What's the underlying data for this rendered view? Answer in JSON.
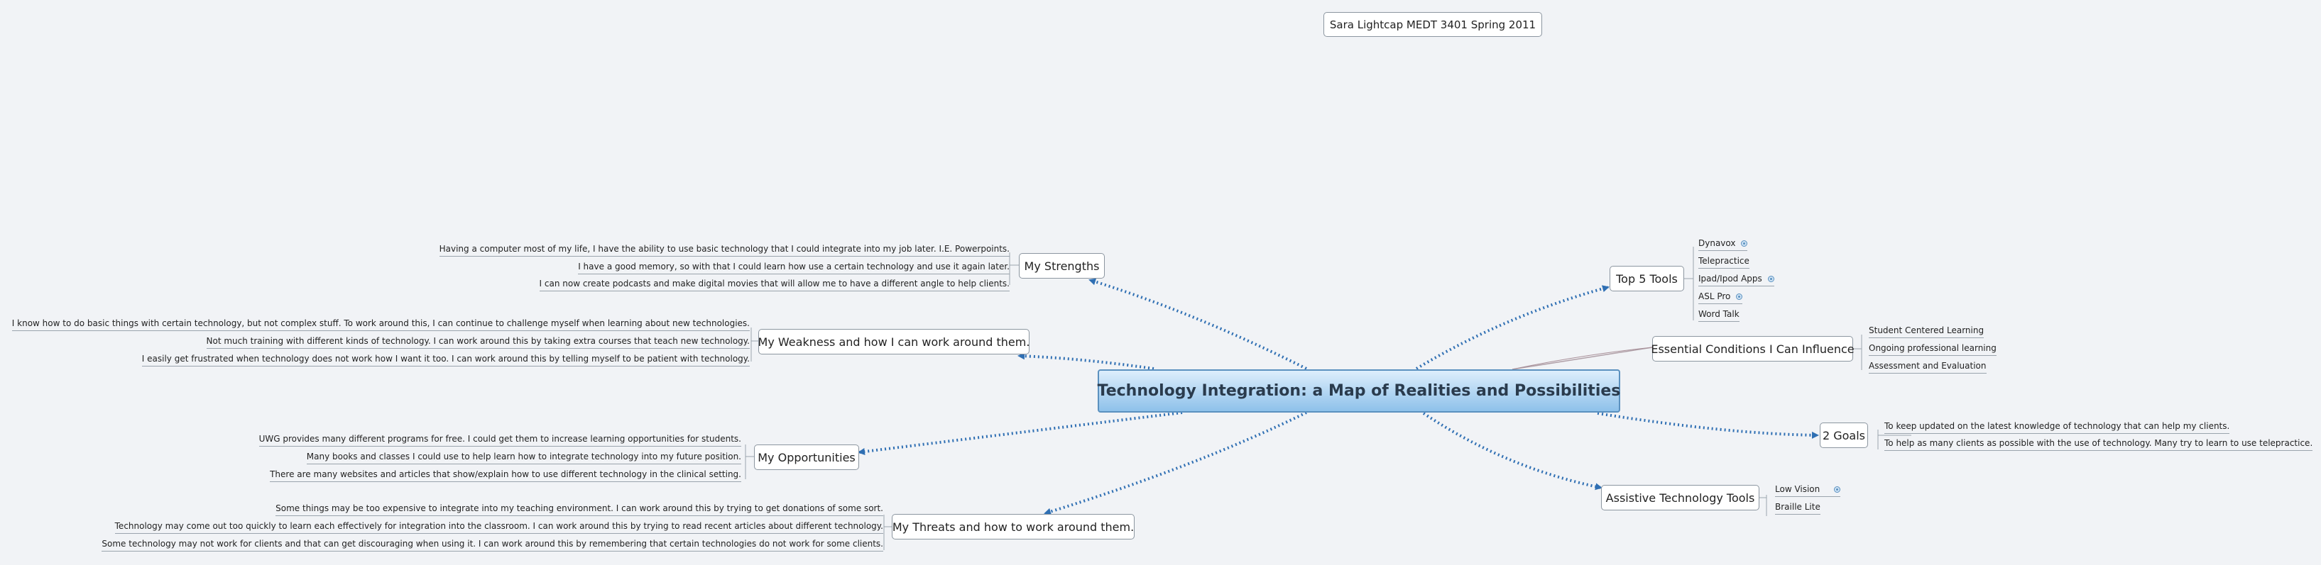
{
  "title_box": "Sara Lightcap MEDT 3401 Spring 2011",
  "central": "Technology Integration: a Map of Realities and Possibilities",
  "branches": {
    "strengths": {
      "label": "My Strengths",
      "items": [
        "Having a computer most of my life, I have the ability to use basic technology that I could integrate into my job later. I.E. Powerpoints.",
        "I have a good memory, so with that I could learn how use a certain technology and use it again later.",
        "I can now create podcasts and make digital movies that will allow me to have a different angle to help clients."
      ]
    },
    "weakness": {
      "label": "My Weakness and how I can work around them.",
      "items": [
        "I know how to do basic things with certain technology, but not complex stuff. To work around this, I can continue to challenge myself when learning about new technologies.",
        "Not much training with different kinds of technology. I can work around this by taking extra courses that teach new technology.",
        "I easily get frustrated when technology does not work how I want it too. I can work around this by telling myself to be patient with technology."
      ]
    },
    "opportunities": {
      "label": "My Opportunities",
      "items": [
        "UWG provides many different programs for free. I could get them to increase learning opportunities for students.",
        "Many books and classes I could use to help learn how to integrate technology into my future position.",
        "There are many websites and articles that show/explain how to use different technology in the clinical setting."
      ]
    },
    "threats": {
      "label": "My Threats and how to work around them.",
      "items": [
        "Some things may be too expensive to integrate into my teaching environment. I can work around this by trying to get donations of some sort.",
        "Technology may come out too quickly to learn each effectively for integration into the classroom. I can work around this by trying to read recent articles about different technology.",
        "Some technology may not work for clients and that can get discouraging when using it. I can work around this by remembering that certain technologies do not work for some clients."
      ]
    },
    "top5": {
      "label": "Top 5 Tools",
      "items": [
        "Dynavox",
        "Telepractice",
        "Ipad/Ipod Apps",
        "ASL Pro",
        "Word Talk"
      ]
    },
    "essential": {
      "label": "Essential Conditions I Can Influence",
      "items": [
        "Student Centered Learning",
        "Ongoing professional learning",
        "Assessment and Evaluation"
      ]
    },
    "goals": {
      "label": "2 Goals",
      "items": [
        "To keep updated on the latest knowledge of technology that can help my clients.",
        "To help as many clients as possible with the use of technology. Many try to learn to use telepractice."
      ]
    },
    "assistive": {
      "label": "Assistive Technology Tools",
      "items": [
        "Low Vision",
        "Braille Lite"
      ]
    }
  },
  "colors": {
    "arrow": "#2f6fb3",
    "central_top": "#ddeefc",
    "central_bottom": "#8ec1ea",
    "node_border": "#8c96a0",
    "background": "#f1f3f6"
  },
  "icons": {
    "expand": "expand-dot-icon",
    "arrow_head": "arrowhead-icon"
  }
}
